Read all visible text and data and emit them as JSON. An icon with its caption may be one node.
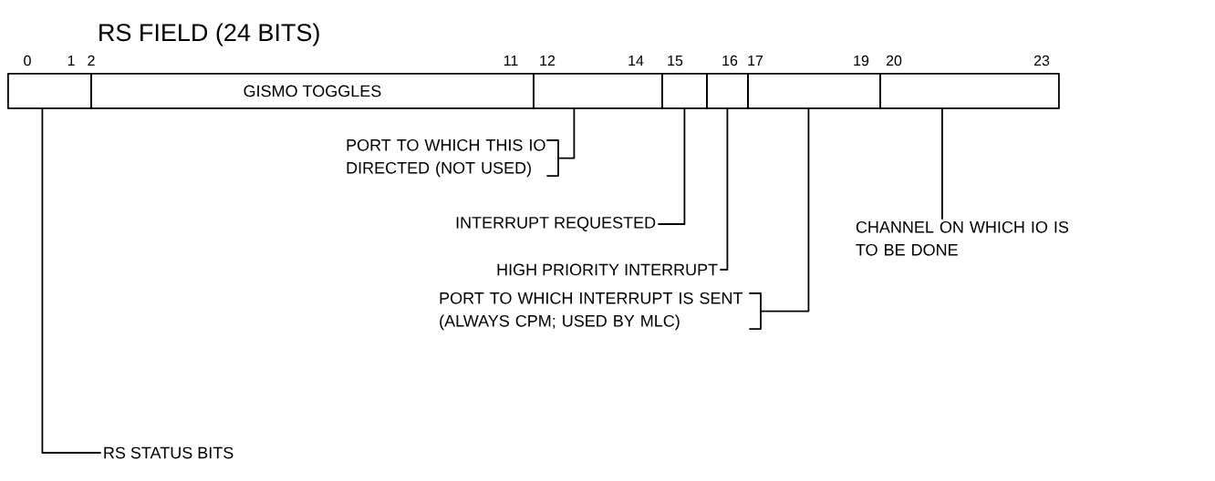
{
  "diagram": {
    "title": "RS FIELD (24 BITS)",
    "nodes": [
      {
        "text": [],
        "shape": "box"
      },
      {
        "text": [
          "GISMO TOGGLES"
        ]
      },
      {
        "text": [],
        "shape": "box"
      },
      {
        "text": [],
        "shape": "box"
      },
      {
        "text": [],
        "shape": "box"
      },
      {
        "text": [],
        "shape": "box"
      },
      {
        "text": [],
        "shape": "box"
      },
      {
        "text": [
          "PORT TO WHICH THIS IO DIRECTED (NOT USED)"
        ]
      },
      {
        "text": [
          "INTERRUPT REQUESTED"
        ]
      },
      {
        "text": [
          "HIGH PRIORITY INTERRUPT"
        ]
      },
      {
        "text": [
          "PORT TO WHICH INTERRUPT IS SENT (ALWAYS CPM; USED BY MLC)"
        ]
      },
      {
        "text": [
          "CHANNEL ON WHICH IO IS TO BE DONE"
        ]
      },
      {
        "text": [
          "RS STATUS BITS"
        ]
      }
    ],
    "edges": [
      {
        "from": 7,
        "to": 2,
        "arrow": "none"
      },
      {
        "from": 8,
        "to": 3,
        "arrow": "none"
      },
      {
        "from": 9,
        "to": 4,
        "arrow": "none"
      },
      {
        "from": 10,
        "to": 5,
        "arrow": "none"
      },
      {
        "from": 11,
        "to": 6,
        "arrow": "none"
      },
      {
        "from": 12,
        "to": 0,
        "arrow": "none"
      }
    ],
    "labels": [
      "0",
      "1",
      "2",
      "11",
      "12",
      "14",
      "15",
      "16",
      "17",
      "19",
      "20",
      "23"
    ]
  }
}
